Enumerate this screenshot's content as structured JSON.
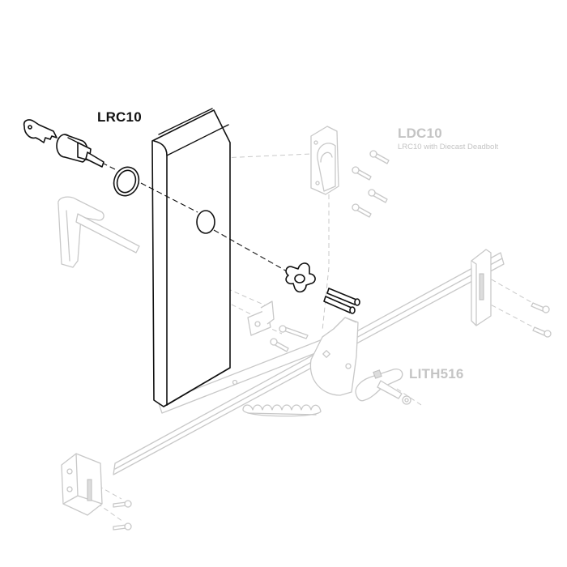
{
  "labels": {
    "lrc10": "LRC10",
    "ldc10": "LDC10",
    "ldc10_desc": "LRC10 with Diecast Deadbolt",
    "lith516": "LITH516"
  },
  "colors": {
    "highlight_ink": "#111111",
    "ghost_ink": "#c8c8c8",
    "ghost_label": "#c4c4c4",
    "background": "#ffffff"
  },
  "parts": [
    {
      "name": "key",
      "highlighted": true
    },
    {
      "name": "lock-cylinder",
      "highlighted": true
    },
    {
      "name": "gasket-ring",
      "highlighted": true
    },
    {
      "name": "wing-nut",
      "highlighted": true
    },
    {
      "name": "long-screws",
      "highlighted": true
    },
    {
      "name": "door-panel",
      "highlighted": true
    },
    {
      "name": "handle",
      "highlighted": false
    },
    {
      "name": "diecast-deadbolt",
      "highlighted": false
    },
    {
      "name": "t-handle",
      "highlighted": false
    },
    {
      "name": "lock-rod",
      "highlighted": false
    },
    {
      "name": "spring",
      "highlighted": false
    },
    {
      "name": "cam-plate",
      "highlighted": false
    },
    {
      "name": "rod-guide-brackets",
      "highlighted": false
    }
  ]
}
